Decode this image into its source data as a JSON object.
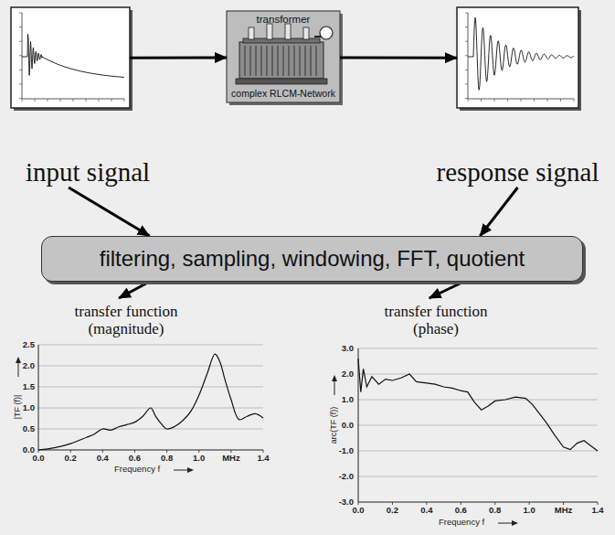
{
  "diagram": {
    "nodes": [
      {
        "text": [
          "input signal"
        ]
      },
      {
        "text": [
          "transformer",
          "complex RLCM-Network"
        ]
      },
      {
        "text": [
          "response signal"
        ]
      },
      {
        "text": [
          "filtering, sampling, windowing, FFT, quotient"
        ]
      },
      {
        "text": [
          "transfer function (magnitude)"
        ]
      },
      {
        "text": [
          "transfer function (phase)"
        ]
      }
    ],
    "edges": [
      {
        "from": 0,
        "to": 1,
        "arrow": "to"
      },
      {
        "from": 1,
        "to": 2,
        "arrow": "to"
      },
      {
        "from": 0,
        "to": 3,
        "arrow": "to"
      },
      {
        "from": 2,
        "to": 3,
        "arrow": "to"
      },
      {
        "from": 3,
        "to": 4,
        "arrow": "to"
      },
      {
        "from": 3,
        "to": 5,
        "arrow": "to"
      }
    ],
    "labels": [
      "2.5",
      "2.0",
      "1.5",
      "1.0",
      "0.5",
      "0.0",
      "|TF (f)|",
      "0.0",
      "0.2",
      "0.4",
      "0.6",
      "0.8",
      "1.0",
      "MHz",
      "1.4",
      "Frequency f",
      "3.0",
      "2.0",
      "1.0",
      "0.0",
      "-1.0",
      "-2.0",
      "-3.0",
      "arc(TF (f))",
      "0.0",
      "0.2",
      "0.4",
      "0.6",
      "0.8",
      "1.0",
      "MHz",
      "1.4",
      "Frequency f"
    ]
  }
}
